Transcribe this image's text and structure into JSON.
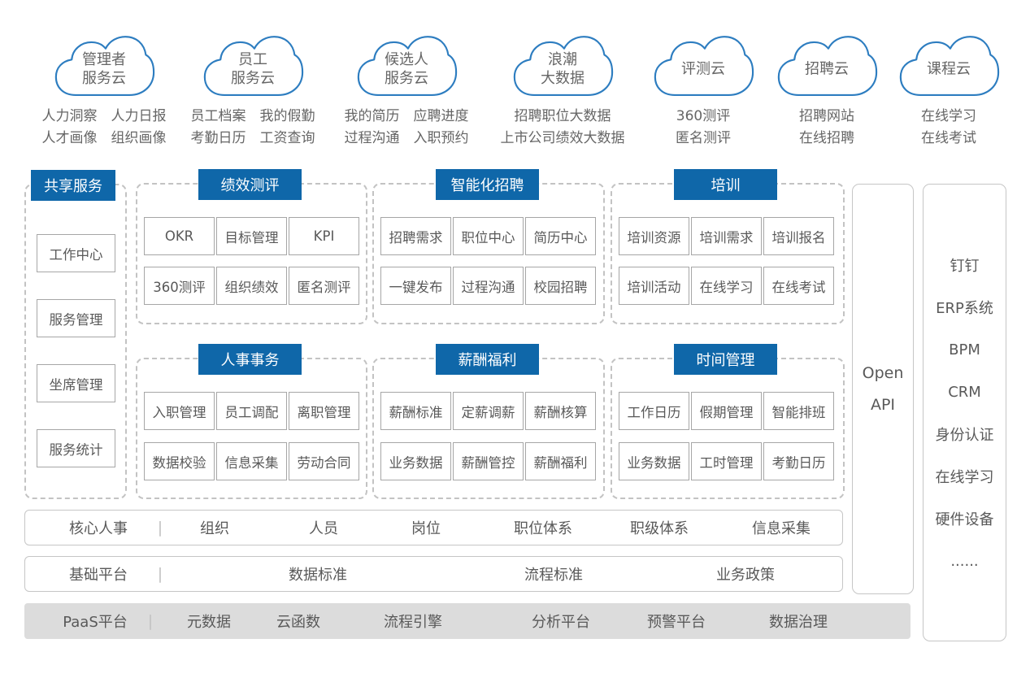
{
  "colors": {
    "header_blue": "#0f67a9",
    "cloud_stroke": "#2d7dc0",
    "text_dark": "#595959",
    "text_gray": "#666666",
    "paas_bg": "#dcdcdc"
  },
  "clouds": [
    {
      "title": "管理者\n服务云",
      "service_rows": [
        "人力洞察　人力日报",
        "人才画像　组织画像"
      ]
    },
    {
      "title": "员工\n服务云",
      "service_rows": [
        "员工档案　我的假勤",
        "考勤日历　工资查询"
      ]
    },
    {
      "title": "候选人\n服务云",
      "service_rows": [
        "我的简历　应聘进度",
        "过程沟通　入职预约"
      ]
    },
    {
      "title": "浪潮\n大数据",
      "service_rows": [
        "招聘职位大数据",
        "上市公司绩效大数据"
      ]
    },
    {
      "title": "评测云",
      "service_rows": [
        "360测评",
        "匿名测评"
      ]
    },
    {
      "title": "招聘云",
      "service_rows": [
        "招聘网站",
        "在线招聘"
      ]
    },
    {
      "title": "课程云",
      "service_rows": [
        "在线学习",
        "在线考试"
      ]
    }
  ],
  "shared": {
    "title": "共享服务",
    "items": [
      "工作中心",
      "服务管理",
      "坐席管理",
      "服务统计"
    ]
  },
  "groups": [
    {
      "title": "绩效测评",
      "items": [
        "OKR",
        "目标管理",
        "KPI",
        "360测评",
        "组织绩效",
        "匿名测评"
      ]
    },
    {
      "title": "智能化招聘",
      "items": [
        "招聘需求",
        "职位中心",
        "简历中心",
        "一键发布",
        "过程沟通",
        "校园招聘"
      ]
    },
    {
      "title": "培训",
      "items": [
        "培训资源",
        "培训需求",
        "培训报名",
        "培训活动",
        "在线学习",
        "在线考试"
      ]
    },
    {
      "title": "人事事务",
      "items": [
        "入职管理",
        "员工调配",
        "离职管理",
        "数据校验",
        "信息采集",
        "劳动合同"
      ]
    },
    {
      "title": "薪酬福利",
      "items": [
        "薪酬标准",
        "定薪调薪",
        "薪酬核算",
        "业务数据",
        "薪酬管控",
        "薪酬福利"
      ]
    },
    {
      "title": "时间管理",
      "items": [
        "工作日历",
        "假期管理",
        "智能排班",
        "业务数据",
        "工时管理",
        "考勤日历"
      ]
    }
  ],
  "bars": [
    {
      "label": "核心人事",
      "separator": "|",
      "items": [
        "组织",
        "人员",
        "岗位",
        "职位体系",
        "职级体系",
        "信息采集"
      ]
    },
    {
      "label": "基础平台",
      "separator": "|",
      "items": [
        "数据标准",
        "流程标准",
        "业务政策"
      ]
    },
    {
      "label": "PaaS平台",
      "separator": "|",
      "items": [
        "元数据",
        "云函数",
        "流程引擎",
        "分析平台",
        "预警平台",
        "数据治理"
      ]
    }
  ],
  "open_api": {
    "lines": [
      "Open",
      "API"
    ]
  },
  "external": {
    "items": [
      "钉钉",
      "ERP系统",
      "BPM",
      "CRM",
      "身份认证",
      "在线学习",
      "硬件设备",
      "......"
    ]
  }
}
